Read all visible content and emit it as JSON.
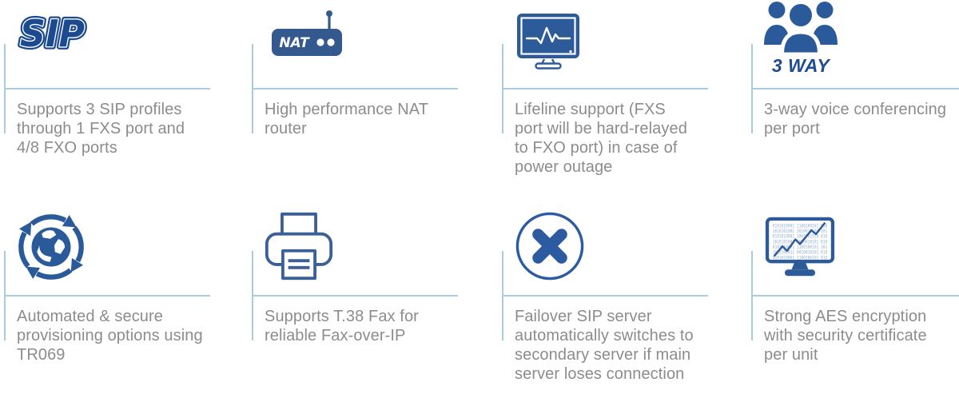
{
  "page": {
    "background": "#ffffff"
  },
  "colors": {
    "icon_blue": "#2d5b9a",
    "logo_dark_blue": "#1c4a90",
    "nat_blue": "#33598f",
    "printer_blue": "#3b5f97",
    "divider_light_blue": "#a9cdde",
    "text_gray": "#8c8c8c",
    "binary_light_blue": "#92aed2"
  },
  "features": [
    {
      "name": "sip-profiles",
      "icon": "sip-logo-icon",
      "icon_text": "SIP",
      "lines": [
        "Supports 3 SIP profiles",
        "through 1 FXS port and",
        "4/8 FXO ports"
      ]
    },
    {
      "name": "nat-router",
      "icon": "nat-router-icon",
      "icon_text": "NAT",
      "lines": [
        "High performance NAT",
        "router"
      ]
    },
    {
      "name": "lifeline-support",
      "icon": "heartbeat-monitor-icon",
      "lines": [
        "Lifeline support (FXS",
        "port will be hard-relayed",
        "to FXO port) in case of",
        "power outage"
      ]
    },
    {
      "name": "three-way-conferencing",
      "icon": "three-users-icon",
      "icon_text": "3 WAY",
      "lines": [
        "3-way voice conferencing",
        "per port"
      ]
    },
    {
      "name": "auto-provisioning",
      "icon": "globe-sync-icon",
      "lines": [
        "Automated & secure",
        "provisioning options using",
        "TR069"
      ]
    },
    {
      "name": "t38-fax",
      "icon": "fax-printer-icon",
      "lines": [
        "Supports T.38 Fax for",
        "reliable Fax-over-IP"
      ]
    },
    {
      "name": "sip-failover",
      "icon": "cross-circle-icon",
      "lines": [
        "Failover SIP server",
        "automatically switches to",
        "secondary server if main",
        "server loses connection"
      ]
    },
    {
      "name": "aes-encryption",
      "icon": "binary-monitor-icon",
      "binary_rows": [
        "0101010001 1100100101 010",
        "1010101001 1010010101 101",
        "0101010001 1001001010 010",
        "1010101001 1010010101 010",
        "0101010001 1100100101 101",
        "1010100011 0010010101 010",
        "0101010001 1100100101 010"
      ],
      "lines": [
        "Strong AES encryption",
        "with security certificate",
        "per unit"
      ]
    }
  ]
}
